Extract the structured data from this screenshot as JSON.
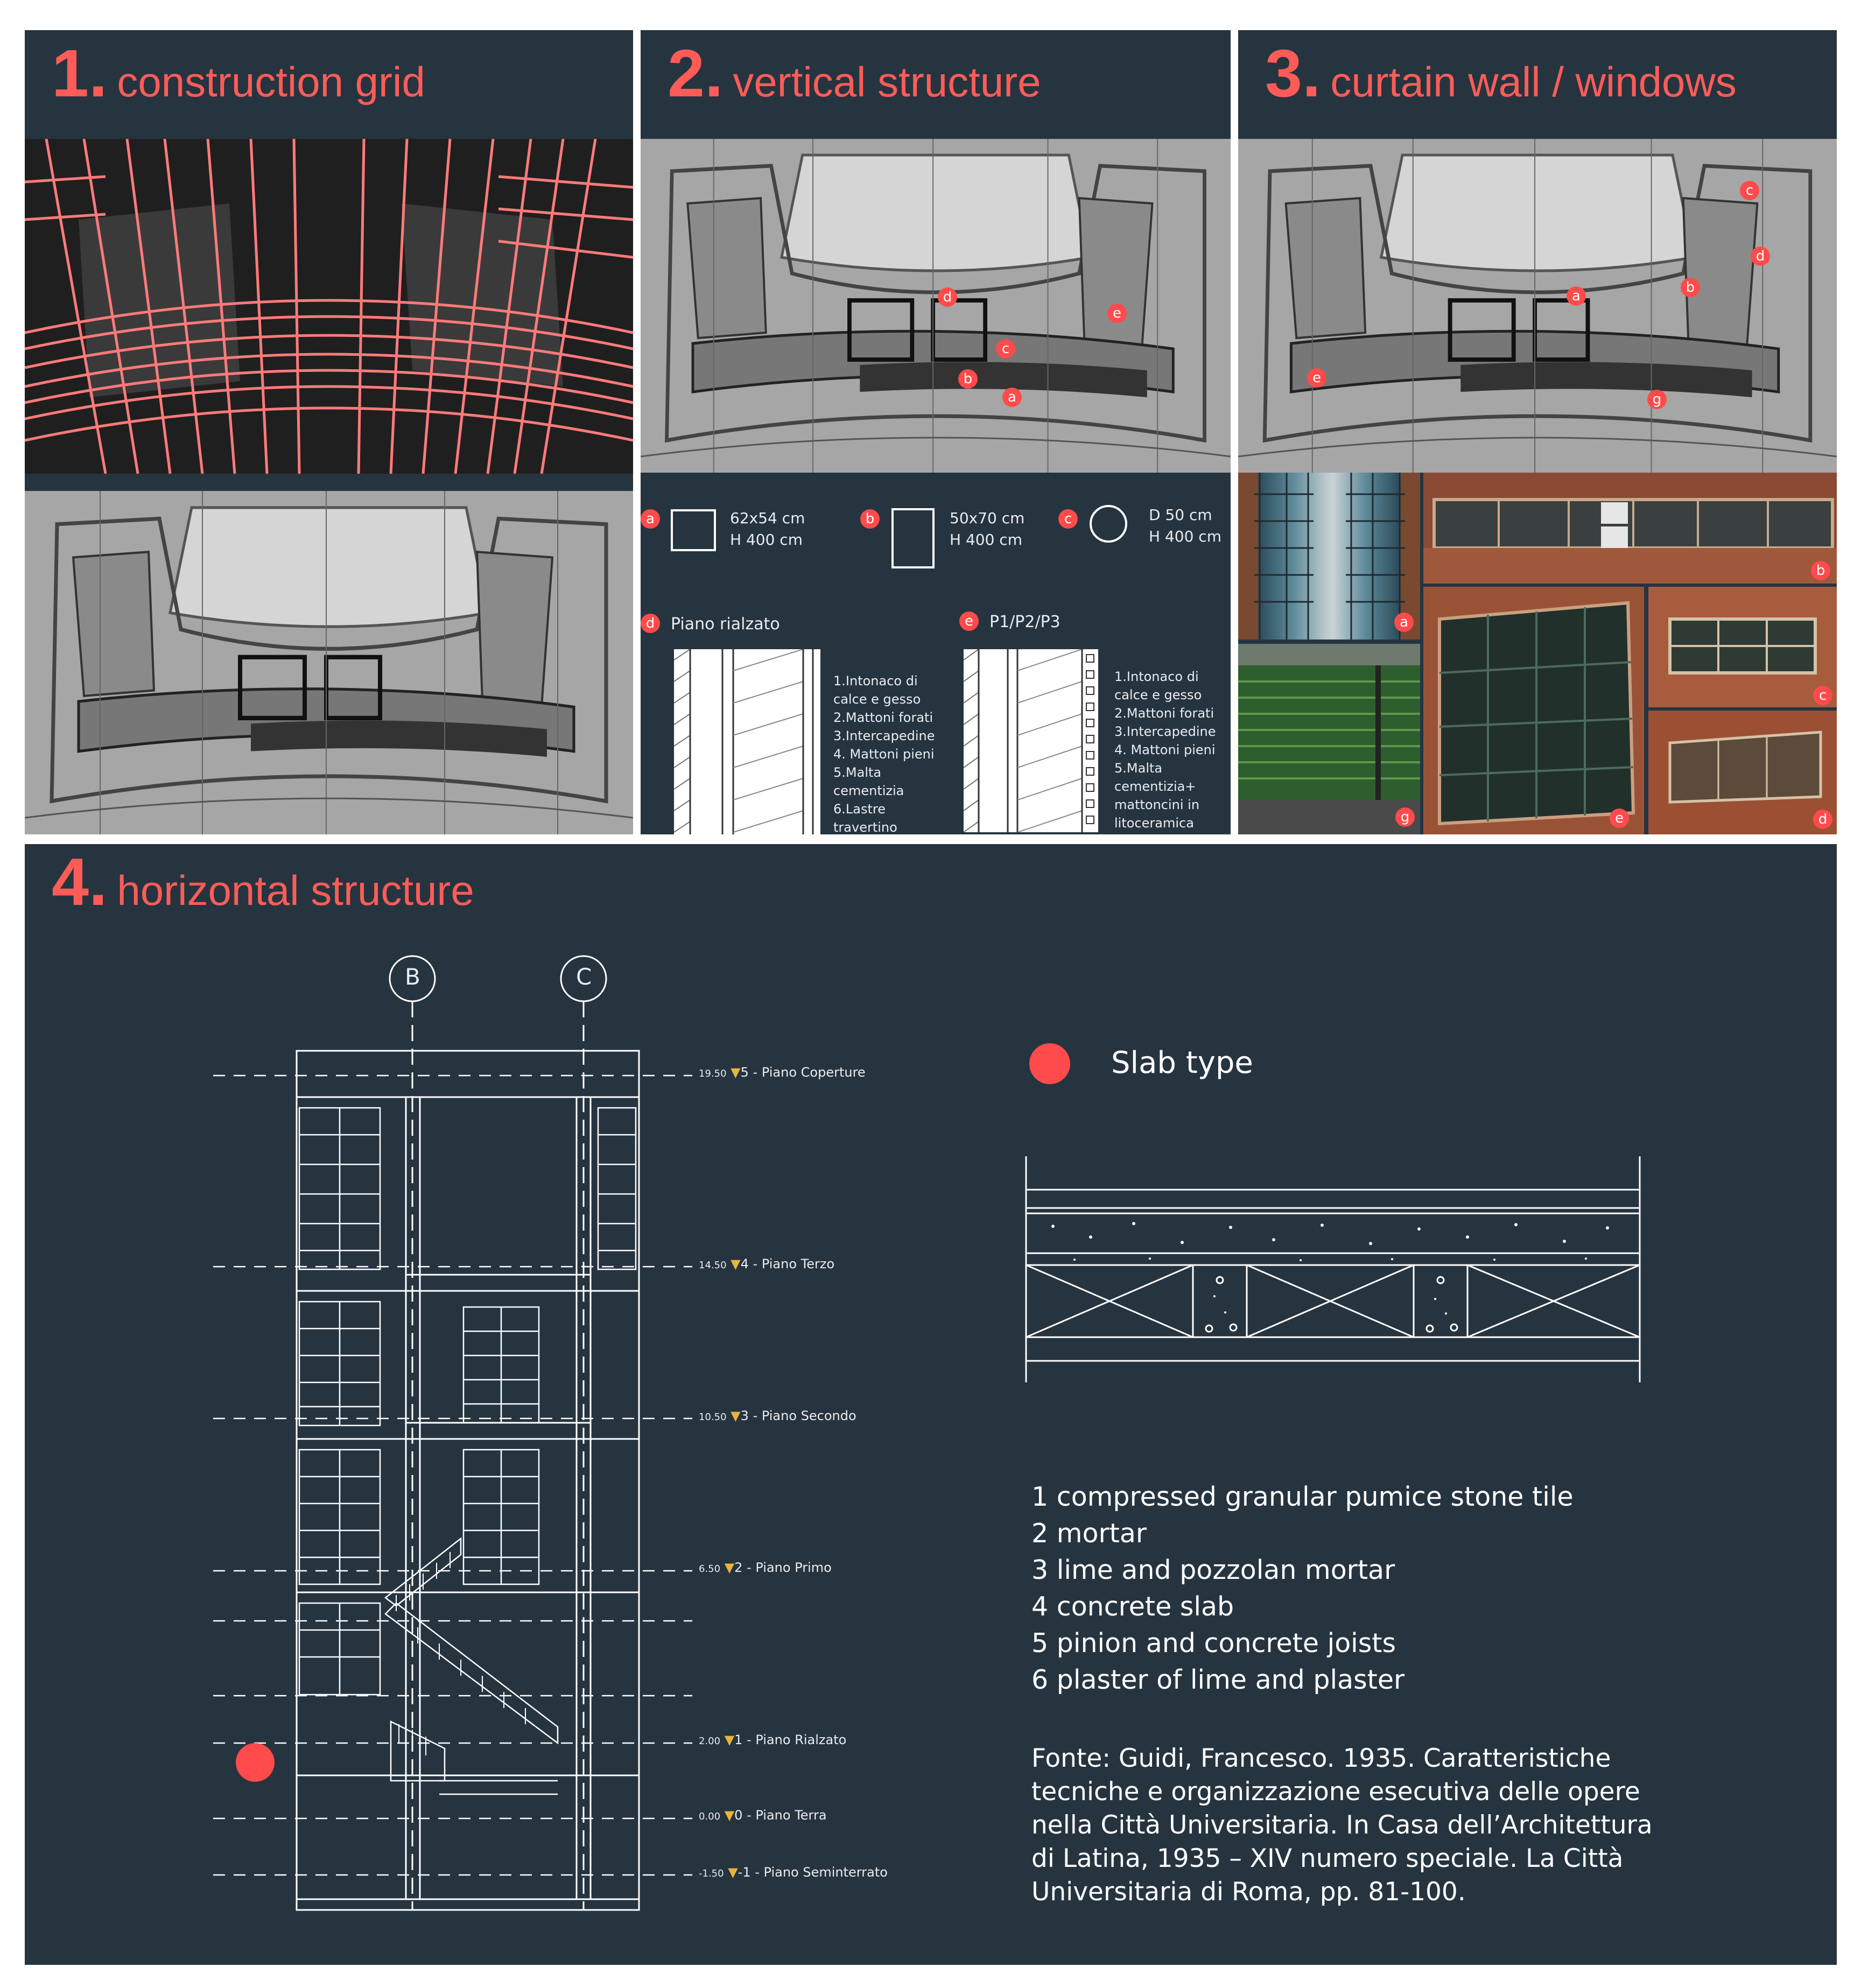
{
  "panels": [
    {
      "num": "1.",
      "title": "construction grid"
    },
    {
      "num": "2.",
      "title": "vertical structure"
    },
    {
      "num": "3.",
      "title": "curtain wall / windows"
    },
    {
      "num": "4.",
      "title": "horizontal structure"
    }
  ],
  "colors": {
    "accent": "#ff5c57",
    "panel_bg": "#263440",
    "marker": "#ff4b4b"
  },
  "markers_panel2": [
    "d",
    "e",
    "c",
    "b",
    "a"
  ],
  "markers_panel3": [
    "c",
    "d",
    "a",
    "b",
    "e",
    "g"
  ],
  "columns": {
    "a": {
      "letter": "a",
      "dim": "62x54 cm",
      "height": "H 400 cm"
    },
    "b": {
      "letter": "b",
      "dim": "50x70 cm",
      "height": "H 400 cm"
    },
    "c": {
      "letter": "c",
      "dim": "D 50 cm",
      "height": "H 400 cm"
    }
  },
  "walls": {
    "d": {
      "letter": "d",
      "title": "Piano rialzato",
      "layers": [
        "1.Intonaco di",
        "calce e gesso",
        "2.Mattoni forati",
        "3.Intercapedine",
        "4. Mattoni pieni",
        "5.Malta",
        "cementizia",
        "6.Lastre",
        "travertino"
      ]
    },
    "e": {
      "letter": "e",
      "title": "P1/P2/P3",
      "layers": [
        "1.Intonaco di",
        "calce e gesso",
        "2.Mattoni forati",
        "3.Intercapedine",
        "4. Mattoni pieni",
        "5.Malta",
        "cementizia+",
        "mattoncini in",
        "litoceramica"
      ]
    }
  },
  "photo_markers": [
    "a",
    "b",
    "g",
    "e",
    "c",
    "d"
  ],
  "section": {
    "axes": [
      "B",
      "C"
    ],
    "levels": [
      {
        "elev": "19.50",
        "label": "5 - Piano Coperture"
      },
      {
        "elev": "14.50",
        "label": "4 - Piano Terzo"
      },
      {
        "elev": "10.50",
        "label": "3 - Piano Secondo"
      },
      {
        "elev": "6.50",
        "label": "2 - Piano Primo"
      },
      {
        "elev": "2.00",
        "label": "1 - Piano Rialzato"
      },
      {
        "elev": "0.00",
        "label": "0 - Piano Terra"
      },
      {
        "elev": "-1.50",
        "label": "-1 - Piano Seminterrato"
      }
    ]
  },
  "slab": {
    "title": "Slab type",
    "layers": [
      "1 compressed granular pumice stone tile",
      "2 mortar",
      "3 lime and pozzolan mortar",
      "4 concrete slab",
      "5 pinion and concrete joists",
      "6 plaster of lime and plaster"
    ],
    "source": "Fonte: Guidi, Francesco. 1935. Caratteristiche tecniche e organizzazione esecutiva delle opere nella Città Universitaria. In Casa dell’Architettura di Latina, 1935 – XIV numero speciale. La Città Universitaria di Roma, pp. 81-100."
  }
}
